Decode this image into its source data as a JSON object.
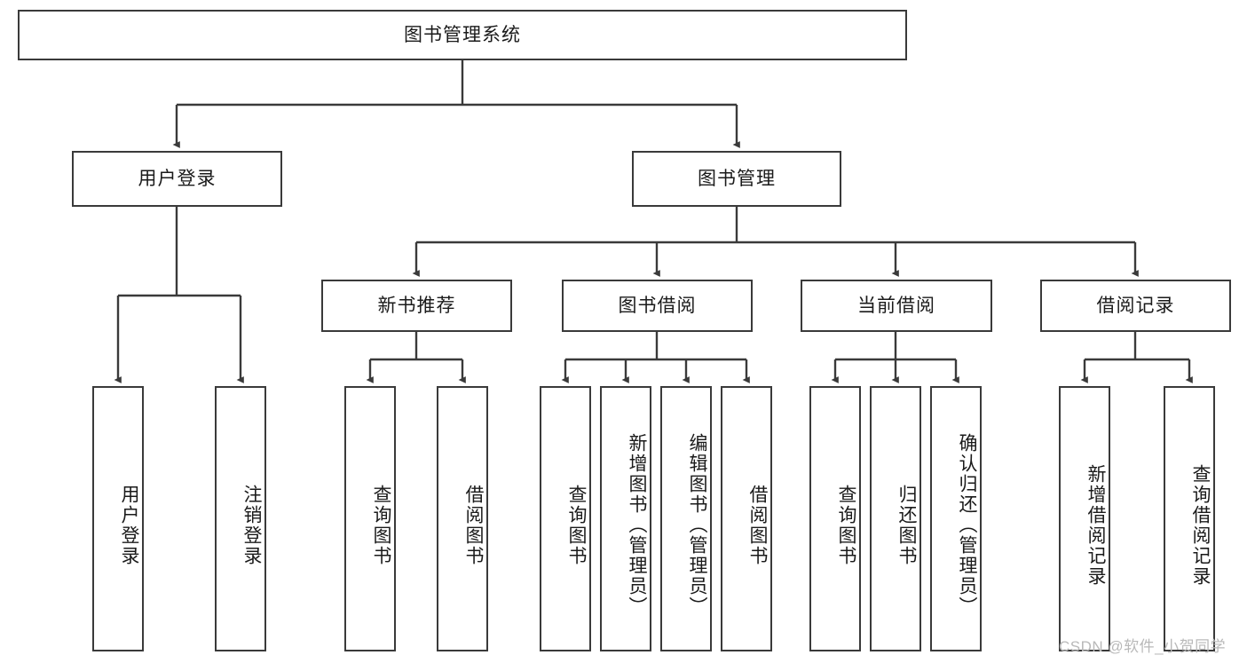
{
  "diagram": {
    "title_node": {
      "label": "图书管理系统"
    },
    "level2": [
      {
        "id": "user-login",
        "label": "用户登录"
      },
      {
        "id": "book-manage",
        "label": "图书管理"
      }
    ],
    "level3": [
      {
        "id": "new-book-recommend",
        "label": "新书推荐"
      },
      {
        "id": "book-borrow",
        "label": "图书借阅"
      },
      {
        "id": "current-borrow",
        "label": "当前借阅"
      },
      {
        "id": "borrow-record",
        "label": "借阅记录"
      }
    ],
    "leaves": {
      "user_login": [
        {
          "id": "leaf-user-login",
          "label": "用户登录"
        },
        {
          "id": "leaf-logout",
          "label": "注销登录"
        }
      ],
      "new_book_recommend": [
        {
          "id": "leaf-query-book-1",
          "label": "查询图书"
        },
        {
          "id": "leaf-borrow-book-1",
          "label": "借阅图书"
        }
      ],
      "book_borrow": [
        {
          "id": "leaf-query-book-2",
          "label": "查询图书"
        },
        {
          "id": "leaf-add-book",
          "label": "新增图书（管理员）"
        },
        {
          "id": "leaf-edit-book",
          "label": "编辑图书（管理员）"
        },
        {
          "id": "leaf-borrow-book-2",
          "label": "借阅图书"
        }
      ],
      "current_borrow": [
        {
          "id": "leaf-query-book-3",
          "label": "查询图书"
        },
        {
          "id": "leaf-return-book",
          "label": "归还图书"
        },
        {
          "id": "leaf-confirm-return",
          "label": "确认归还（管理员）"
        }
      ],
      "borrow_record": [
        {
          "id": "leaf-add-record",
          "label": "新增借阅记录"
        },
        {
          "id": "leaf-query-record",
          "label": "查询借阅记录"
        }
      ]
    }
  },
  "watermark": {
    "text": "CSDN @软件_小贺同学"
  },
  "colors": {
    "stroke": "#3a3a3a",
    "background": "#ffffff",
    "text": "#1a1a1a",
    "watermark": "#b9b9b9"
  }
}
